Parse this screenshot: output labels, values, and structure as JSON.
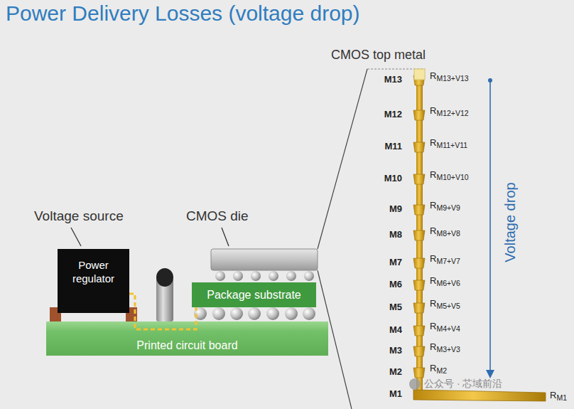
{
  "diagram": {
    "title": "Power Delivery Losses (voltage drop)",
    "nodes": [
      {
        "text": [
          "Power regulator"
        ]
      },
      {
        "text": [
          "Package substrate"
        ]
      },
      {
        "text": [
          "Printed circuit board"
        ]
      }
    ],
    "edges": [
      {
        "from": 0,
        "to": 1,
        "arrow": "none"
      }
    ],
    "labels": [
      "Voltage source",
      "CMOS die",
      "CMOS top metal",
      "M13",
      "M12",
      "M11",
      "M10",
      "M9",
      "M8",
      "M7",
      "M6",
      "M5",
      "M4",
      "M3",
      "M2",
      "M1",
      "RM13+V13",
      "RM12+V12",
      "RM11+V11",
      "RM10+V10",
      "RM9+V9",
      "RM8+V8",
      "RM7+V7",
      "RM6+V6",
      "RM5+V5",
      "RM4+V4",
      "RM3+V3",
      "RM2",
      "RM1",
      "Voltage drop",
      "公众号 · 芯域前沿"
    ]
  }
}
